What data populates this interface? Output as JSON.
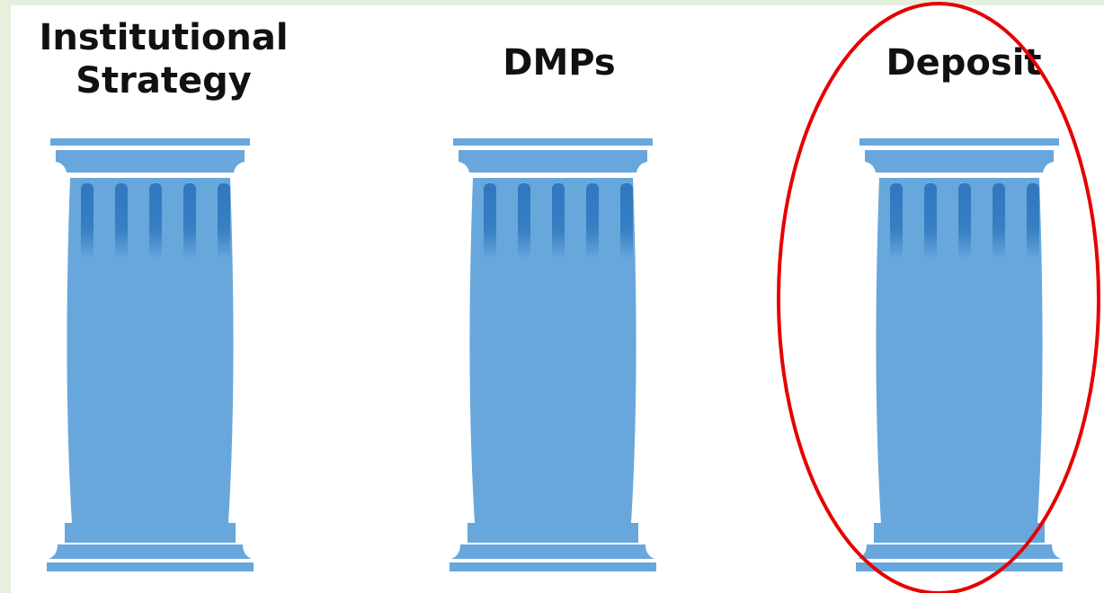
{
  "pillars": [
    {
      "title_line1": "Institutional",
      "title_line2": "Strategy",
      "highlighted": false
    },
    {
      "title_line1": "DMPs",
      "highlighted": false
    },
    {
      "title_line1": "Deposit",
      "highlighted": true
    }
  ],
  "colors": {
    "pillar": "#68a7dc",
    "flute": "#2f78bf",
    "highlight": "#e60000",
    "border": "#e6f0dc"
  }
}
